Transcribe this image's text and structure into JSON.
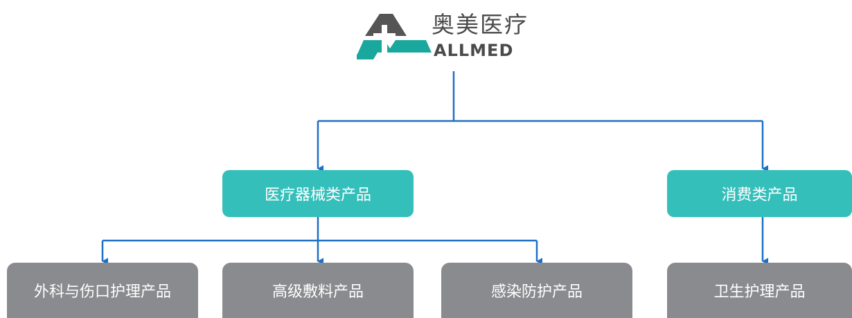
{
  "logo": {
    "name_cn": "奥美医疗",
    "name_en": "ALLMED",
    "colors": {
      "dark": "#555555",
      "teal": "#1aa89e"
    }
  },
  "nodes": {
    "medical_devices": "医疗器械类产品",
    "consumer": "消费类产品",
    "surgical_wound_care": "外科与伤口护理产品",
    "advanced_dressings": "高级敷料产品",
    "infection_protection": "感染防护产品",
    "hygiene_care": "卫生护理产品"
  },
  "colors": {
    "connector": "#1f6fc4",
    "level1": "#35bfba",
    "level2": "#898b8e"
  }
}
